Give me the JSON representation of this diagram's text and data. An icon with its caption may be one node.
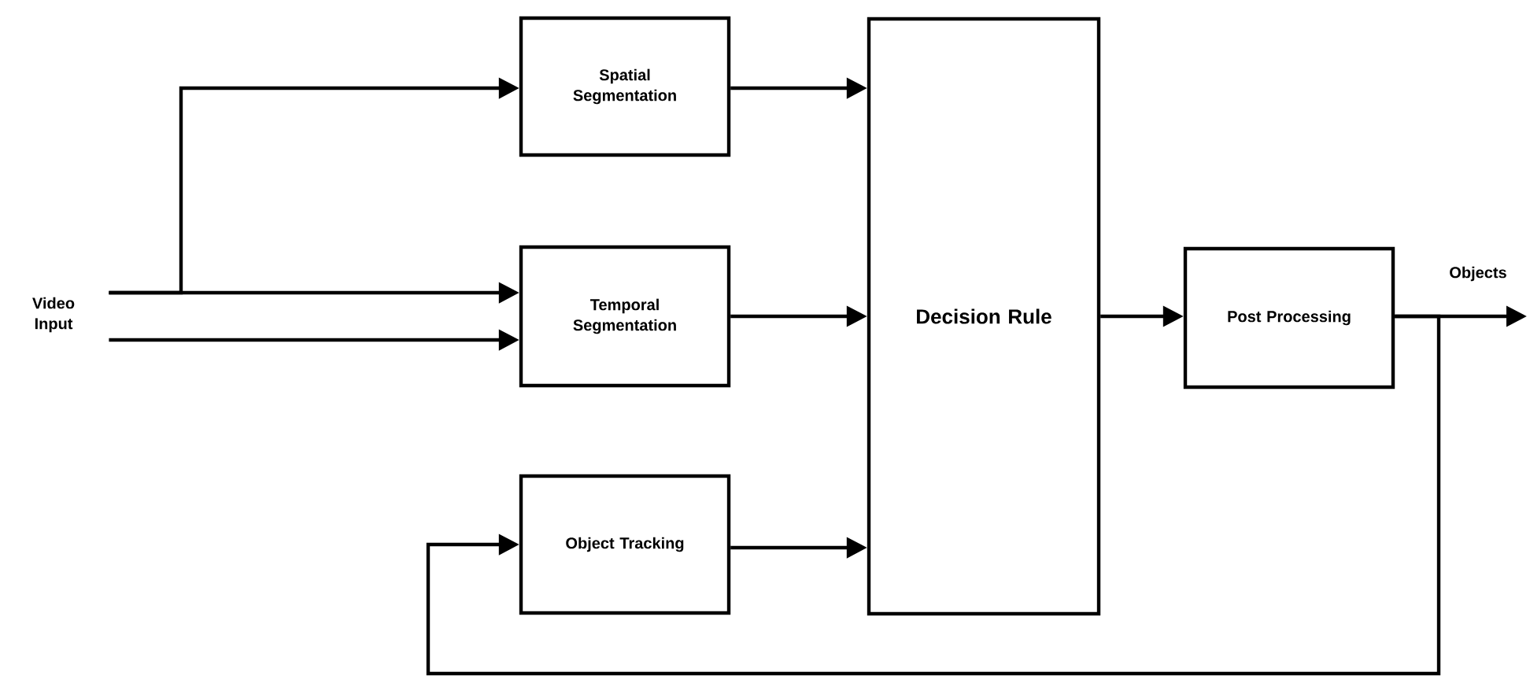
{
  "diagram": {
    "nodes": [
      {
        "text": [
          "Video Input"
        ]
      },
      {
        "text": [
          "Spatial Segmentation"
        ]
      },
      {
        "text": [
          "Temporal Segmentation"
        ]
      },
      {
        "text": [
          "Object Tracking"
        ]
      },
      {
        "text": [
          "Decision Rule"
        ]
      },
      {
        "text": [
          "Post Processing"
        ]
      },
      {
        "text": [
          "Objects"
        ]
      }
    ],
    "edges": [
      {
        "from": 0,
        "to": 1,
        "arrow": "to"
      },
      {
        "from": 0,
        "to": 2,
        "arrow": "to"
      },
      {
        "from": 0,
        "to": 2,
        "arrow": "to"
      },
      {
        "from": 1,
        "to": 4,
        "arrow": "to"
      },
      {
        "from": 2,
        "to": 4,
        "arrow": "to"
      },
      {
        "from": 3,
        "to": 4,
        "arrow": "to"
      },
      {
        "from": 4,
        "to": 5,
        "arrow": "to"
      },
      {
        "from": 5,
        "to": 6,
        "arrow": "to"
      },
      {
        "from": 5,
        "to": 3,
        "arrow": "to"
      }
    ]
  }
}
